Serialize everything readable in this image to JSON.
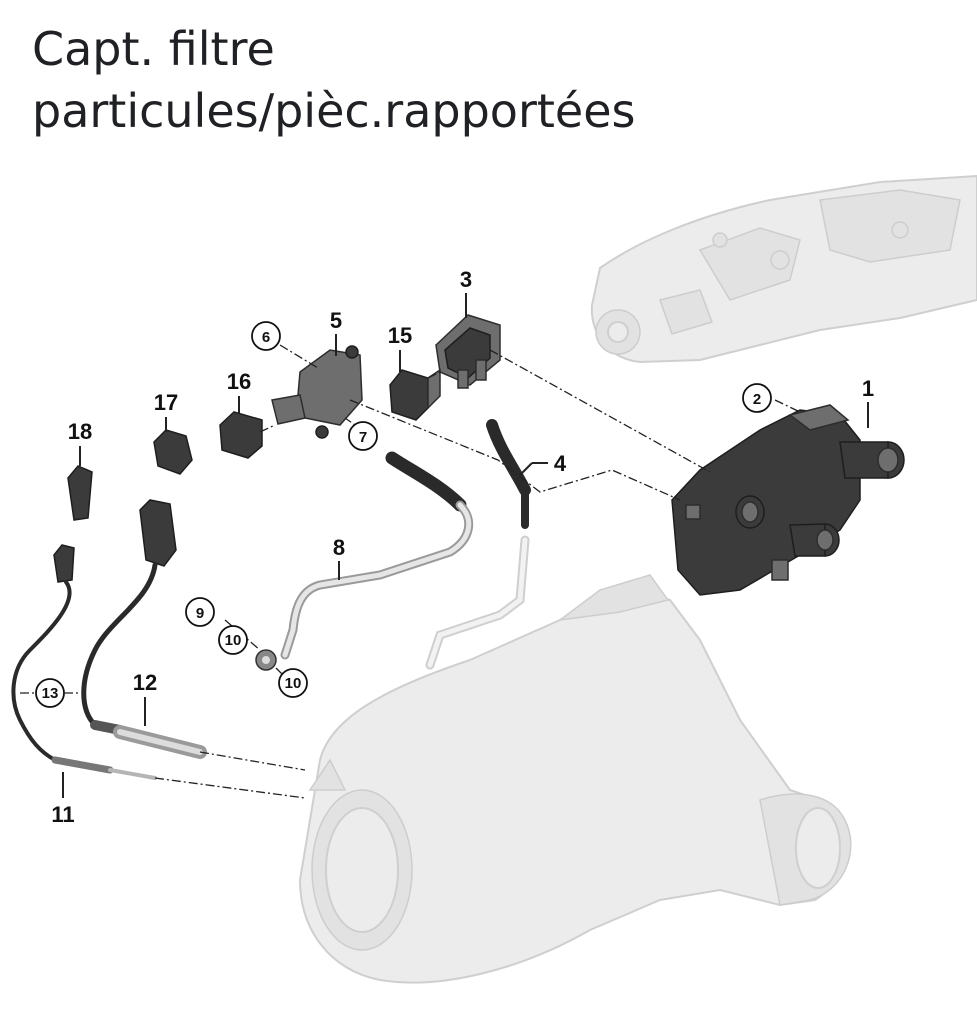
{
  "title": {
    "line1": "Capt. filtre",
    "line2": "particules/pièc.rapportées"
  },
  "labels": {
    "p1": "1",
    "p2": "2",
    "p3": "3",
    "p4": "4",
    "p5": "5",
    "p6": "6",
    "p7": "7",
    "p8": "8",
    "p9": "9",
    "p10a": "10",
    "p10b": "10",
    "p11": "11",
    "p12": "12",
    "p13": "13",
    "p15": "15",
    "p16": "16",
    "p17": "17",
    "p18": "18"
  },
  "colors": {
    "ghost_part": "#ececec",
    "dark_part": "#3b3b3b",
    "text": "#202124"
  }
}
